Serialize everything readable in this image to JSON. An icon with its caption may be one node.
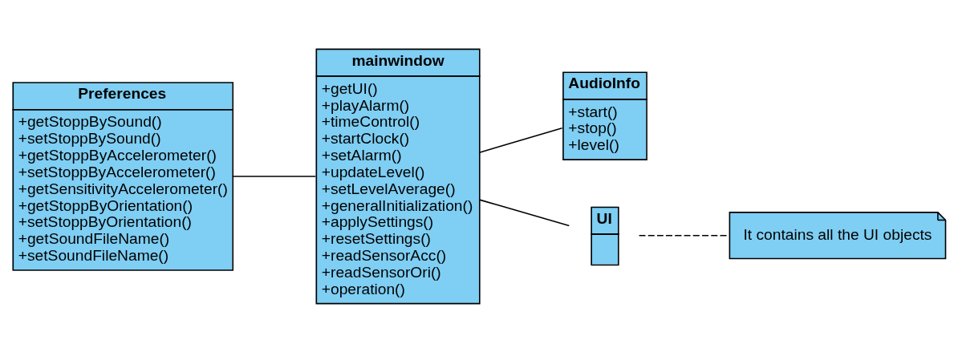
{
  "diagram": {
    "nodes": [
      {
        "text": [
          "Preferences",
          "+getStoppBySound()",
          "+setStoppBySound()",
          "+getStoppByAccelerometer()",
          "+setStoppByAccelerometer()",
          "+getSensitivityAccelerometer()",
          "+getStoppByOrientation()",
          "+setStoppByOrientation()",
          "+getSoundFileName()",
          "+setSoundFileName()"
        ]
      },
      {
        "text": [
          "mainwindow",
          "+getUI()",
          "+playAlarm()",
          "+timeControl()",
          "+startClock()",
          "+setAlarm()",
          "+updateLevel()",
          "+setLevelAverage()",
          "+generalInitialization()",
          "+applySettings()",
          "+resetSettings()",
          "+readSensorAcc()",
          "+readSensorOri()",
          "+operation()"
        ]
      },
      {
        "text": [
          "AudioInfo",
          "+start()",
          "+stop()",
          "+level()"
        ]
      },
      {
        "text": [
          "UI"
        ]
      },
      {
        "text": [
          "It contains all the UI objects"
        ]
      }
    ],
    "edges": [
      {
        "from": 0,
        "to": 1,
        "arrow": "none"
      },
      {
        "from": 1,
        "to": 2,
        "arrow": "none"
      },
      {
        "from": 1,
        "to": 3,
        "arrow": "none"
      },
      {
        "from": 3,
        "to": 4,
        "arrow": "none",
        "style": "dashed"
      }
    ]
  }
}
